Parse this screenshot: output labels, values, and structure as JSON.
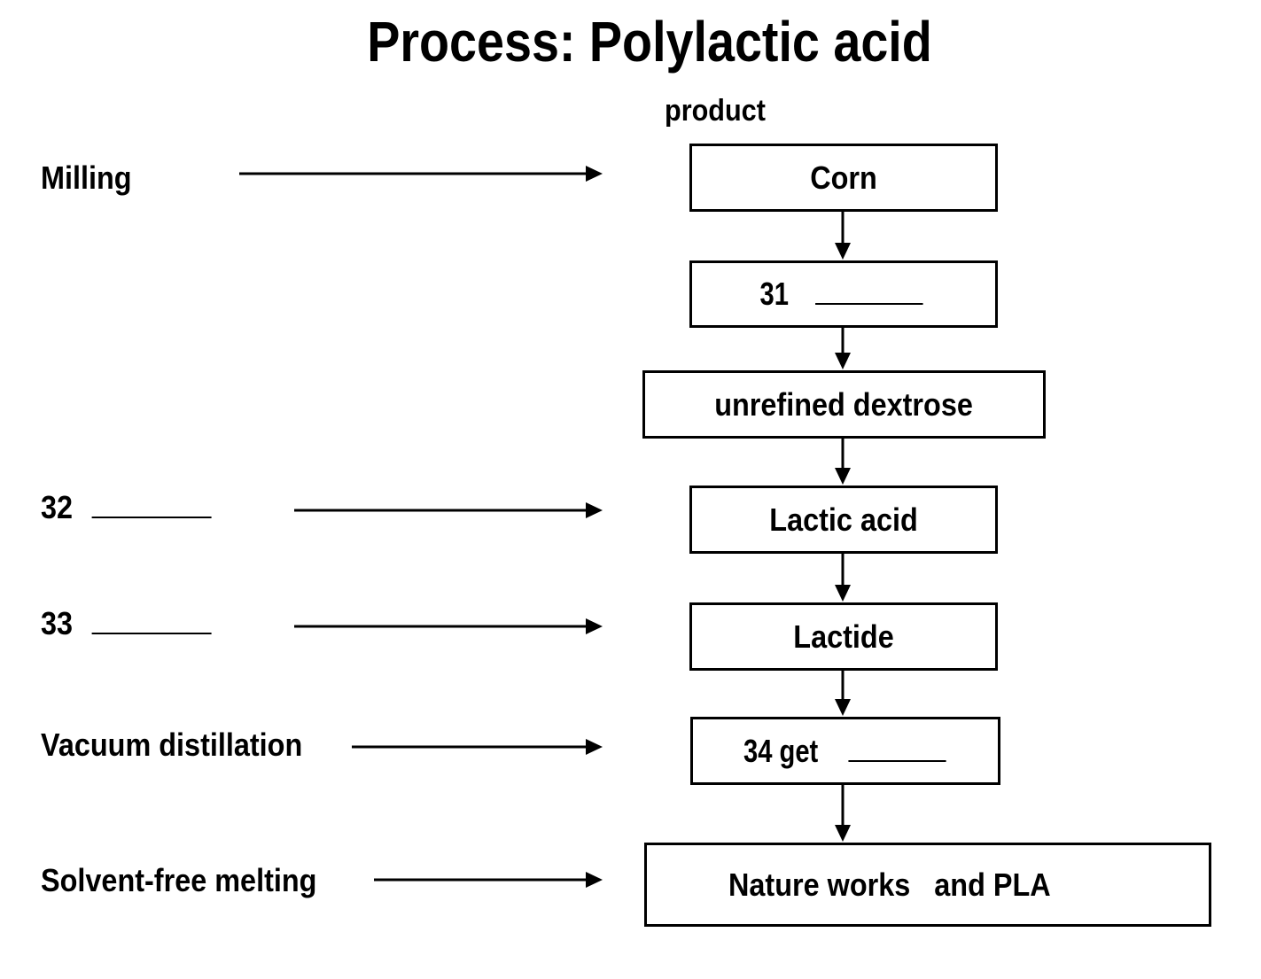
{
  "title": "Process: Polylactic acid",
  "column_header": "product",
  "process_steps": [
    {
      "label": "Milling"
    },
    {
      "label": "32",
      "blank": true
    },
    {
      "label": "33",
      "blank": true
    },
    {
      "label": "Vacuum distillation"
    },
    {
      "label": "Solvent-free melting"
    }
  ],
  "products": [
    {
      "label": "Corn"
    },
    {
      "label": "31",
      "blank": true
    },
    {
      "label": "unrefined dextrose"
    },
    {
      "label": "Lactic acid"
    },
    {
      "label": "Lactide"
    },
    {
      "label": "34 get",
      "blank": true
    },
    {
      "label": "Nature works   and PLA"
    }
  ]
}
